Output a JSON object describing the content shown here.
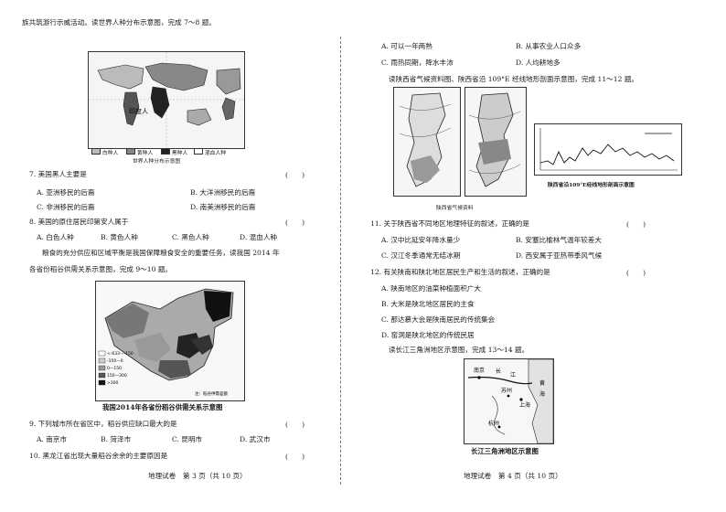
{
  "left": {
    "intro_line": "族共筑游行示威活动。读世界人种分布示意图，完成 7～8 题。",
    "fig1_label_in_map": "印度人",
    "fig1_legend": [
      "白种人",
      "黄种人",
      "黑种人",
      "混血人种"
    ],
    "fig1_caption": "世界人种分布示意图",
    "q7": {
      "stem": "7. 美国黑人主要是",
      "paren": "(　　)",
      "options": [
        "A. 亚洲移民的后裔",
        "B. 大洋洲移民的后裔",
        "C. 非洲移民的后裔",
        "D. 南美洲移民的后裔"
      ]
    },
    "q8": {
      "stem": "8. 美国的原住居民印第安人属于",
      "paren": "(　　)",
      "options": [
        "A. 白色人种",
        "B. 黄色人种",
        "C. 黑色人种",
        "D. 混血人种"
      ]
    },
    "intro2_line1": "粮食的充分供应和区域平衡是我国保障粮食安全的重要任务，读我国 2014 年",
    "intro2_line2": "各省份稻谷供需关系示意图，完成 9～10 题。",
    "fig2_legend": [
      "<-633—-150",
      "-150—0",
      "0—150",
      "150—300",
      ">300"
    ],
    "fig2_note": "注：稻谷供需差额",
    "fig2_caption": "我国2014年各省份稻谷供需关系示意图",
    "q9": {
      "stem": "9. 下列城市所在省区中，稻谷供应缺口最大的是",
      "paren": "(　　)",
      "options": [
        "A. 南京市",
        "B. 菏泽市",
        "C. 昆明市",
        "D. 武汉市"
      ]
    },
    "q10": {
      "stem": "10. 黑龙江省出现大量稻谷余余的主要原因是",
      "paren": "(　　)"
    },
    "footer": "地理试卷　第 3 页（共 10 页）"
  },
  "right": {
    "q10_options": [
      "A. 可以一年两熟",
      "B. 从事农业人口众多",
      "C. 雨热同期，降水丰沛",
      "D. 人均耕地多"
    ],
    "intro_line": "读陕西省气候资料图、陕西省沿 109°E 经线地形剖面示意图，完成 11～12 题。",
    "fig3_caption": "陕西省气候资料",
    "fig4_caption": "陕西省沿109°E经线地形剖面示意图",
    "q11": {
      "stem": "11. 关于陕西省不同地区地理特征的叙述，正确的是",
      "paren": "(　　)",
      "options": [
        "A. 汉中比延安年降水量少",
        "B. 安塞比榆林气温年较差大",
        "C. 汉江冬季通常无结冰期",
        "D. 西安属于亚热带季风气候"
      ]
    },
    "q12": {
      "stem": "12. 有关陕南和陕北地区居民生产和生活的叙述，正确的是",
      "paren": "(　　)",
      "options": [
        "A. 陕南地区的油菜种植面积广大",
        "B. 大米是陕北地区居民的主食",
        "C. 那达慕大会是陕南居民的传统集会",
        "D. 窑洞是陕北地区的传统民居"
      ]
    },
    "intro2": "读长江三角洲地区示意图，完成 13～14 题。",
    "fig5_labels": [
      "南京",
      "长",
      "江",
      "上海",
      "苏州",
      "杭州",
      "黄",
      "海"
    ],
    "fig5_caption": "长江三角洲地区示意图",
    "footer": "地理试卷　第 4 页（共 10 页）"
  }
}
